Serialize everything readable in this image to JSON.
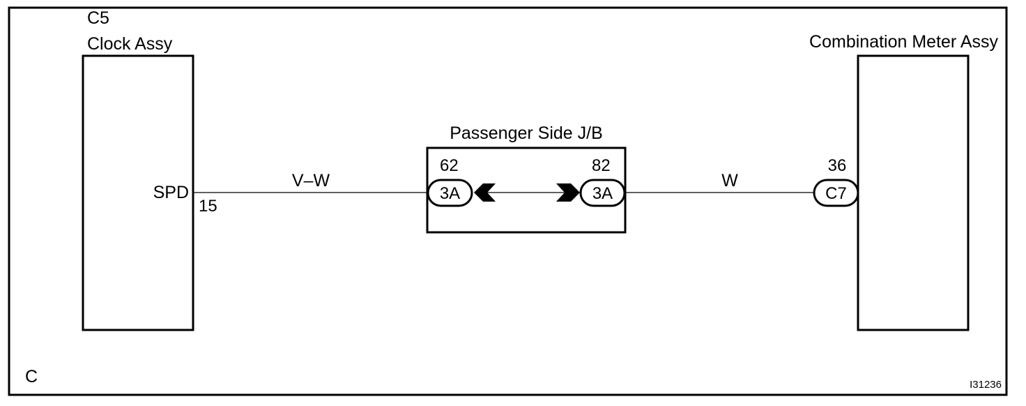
{
  "diagram": {
    "corner_label": "C",
    "figure_id": "I31236",
    "clock": {
      "code": "C5",
      "name": "Clock Assy",
      "terminal_name": "SPD",
      "pin": "15"
    },
    "junction_block": {
      "name": "Passenger Side J/B",
      "left_pin": "62",
      "right_pin": "82",
      "left_connector": "3A",
      "right_connector": "3A"
    },
    "meter": {
      "name": "Combination Meter Assy",
      "pin": "36",
      "connector": "C7"
    },
    "wires": {
      "left_color": "V–W",
      "right_color": "W"
    }
  }
}
